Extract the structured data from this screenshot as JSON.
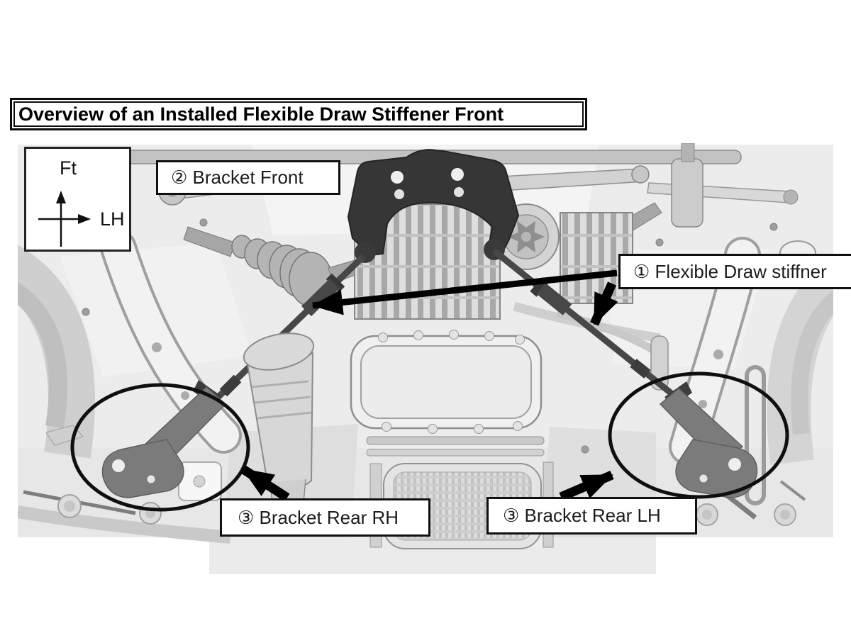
{
  "title": {
    "text": "Overview of an Installed Flexible Draw Stiffener Front"
  },
  "direction_indicator": {
    "front_label": "Ft",
    "left_label": "LH"
  },
  "callouts": {
    "flexible_draw_stiffener": "① Flexible Draw stiffner",
    "bracket_front": "② Bracket Front",
    "bracket_rear_rh": "③ Bracket Rear RH",
    "bracket_rear_lh": "③ Bracket Rear LH"
  },
  "colors": {
    "page_background": "#ffffff",
    "callout_border": "#101010",
    "highlight_ellipse": "#0f0f0f",
    "arrow": "#000000",
    "dark_bracket": "#363636",
    "rear_bracket_gray": "#7b7b7b",
    "illustration_base_gray": "#ececec"
  }
}
